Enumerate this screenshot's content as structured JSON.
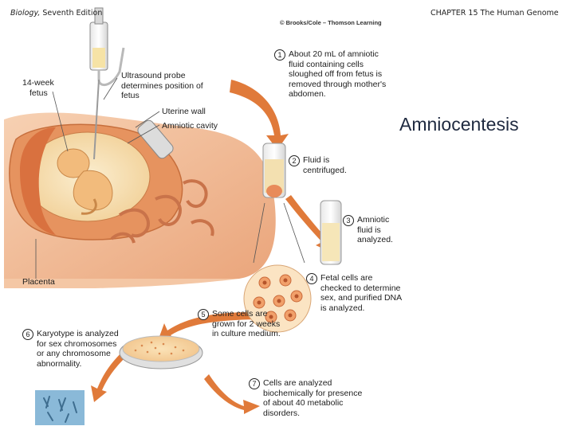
{
  "header": {
    "left_italic": "Biology,",
    "left_rest": " Seventh Edition",
    "right": "CHAPTER 15 The Human Genome",
    "credit": "© Brooks/Cole – Thomson Learning"
  },
  "title": "Amniocentesis",
  "labels": {
    "fetus": [
      "14-week",
      "fetus"
    ],
    "probe": "Ultrasound probe determines position of fetus",
    "uterine_wall": "Uterine wall",
    "amniotic_cavity": "Amniotic cavity",
    "placenta": "Placenta"
  },
  "steps": [
    {
      "num": "1",
      "text": "About 20 mL of amniotic fluid containing cells sloughed off from fetus is removed through mother's abdomen."
    },
    {
      "num": "2",
      "text": "Fluid is centrifuged."
    },
    {
      "num": "3",
      "text": "Amniotic fluid is analyzed."
    },
    {
      "num": "4",
      "text": "Fetal cells are checked to determine sex, and purified DNA is analyzed."
    },
    {
      "num": "5",
      "text": "Some cells are grown for 2 weeks in culture medium."
    },
    {
      "num": "6",
      "text": "Karyotype is analyzed for sex chromosomes or any chromosome abnormality."
    },
    {
      "num": "7",
      "text": "Cells are analyzed biochemically for presence of about 40 metabolic disorders."
    }
  ],
  "colors": {
    "arrow": "#e07a3a",
    "tissue": "#f2b98c",
    "uterus": "#e8955f",
    "fetus": "#f4c489",
    "fluid": "#f6e6b8",
    "karyotype_bg": "#8ab9d8"
  }
}
